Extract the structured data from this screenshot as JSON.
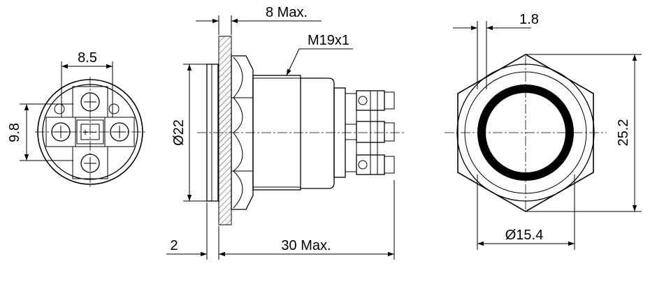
{
  "views": {
    "rear": {
      "dims": {
        "width": "8.5",
        "height": "9.8"
      },
      "symbols": {
        "plus": "+",
        "minus": "−"
      }
    },
    "side": {
      "dims": {
        "panel": "8 Max.",
        "thread": "M19x1",
        "diameter": "Ø22",
        "flange": "2",
        "length": "30 Max."
      }
    },
    "front": {
      "dims": {
        "ring": "1.8",
        "across_corners": "25.2",
        "ring_diameter": "Ø15.4"
      }
    }
  }
}
